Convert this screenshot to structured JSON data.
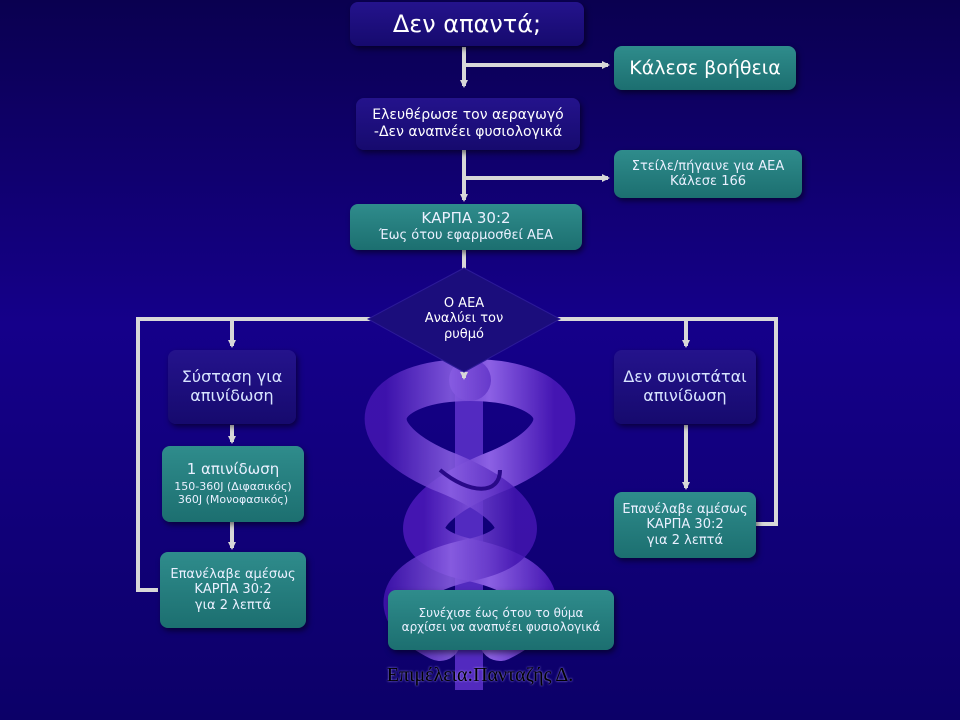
{
  "title": "Δεν απαντά;",
  "call_help": "Κάλεσε βοήθεια",
  "open_airway": [
    "Ελευθέρωσε τον αεραγωγό",
    "-Δεν αναπνέει φυσιολογικά"
  ],
  "send_aed": [
    "Στείλε/πήγαινε για ΑΕΑ",
    "Κάλεσε 166"
  ],
  "cpr_until_aed": [
    "ΚΑΡΠΑ 30:2",
    "Έως ότου εφαρμοσθεί ΑΕΑ"
  ],
  "aed_analyses": [
    "Ο ΑΕΑ",
    "Αναλύει τον",
    "ρυθμό"
  ],
  "shock_advised": [
    "Σύσταση για",
    "απινίδωση"
  ],
  "no_shock": [
    "Δεν συνιστάται",
    "απινίδωση"
  ],
  "one_shock": {
    "heading": "1 απινίδωση",
    "lines": [
      "150-360J (Διφασικός)",
      "360J (Μονοφασικός)"
    ]
  },
  "resume_left": [
    "Επανέλαβε αμέσως",
    "ΚΑΡΠΑ 30:2",
    "για 2 λεπτά"
  ],
  "resume_right": [
    "Επανέλαβε αμέσως",
    "ΚΑΡΠΑ 30:2",
    "για 2 λεπτά"
  ],
  "continue": [
    "Συνέχισε έως ότου το θύμα",
    "αρχίσει να αναπνέει φυσιολογικά"
  ],
  "credit": "Επιμέλεια:Πανταζής Δ.",
  "colors": {
    "background": "#10007a",
    "teal_box": "#27807f",
    "navy_box": "#1b0d7c",
    "arrow": "#d8d8d8",
    "caduceus": "#6c3bd8"
  }
}
